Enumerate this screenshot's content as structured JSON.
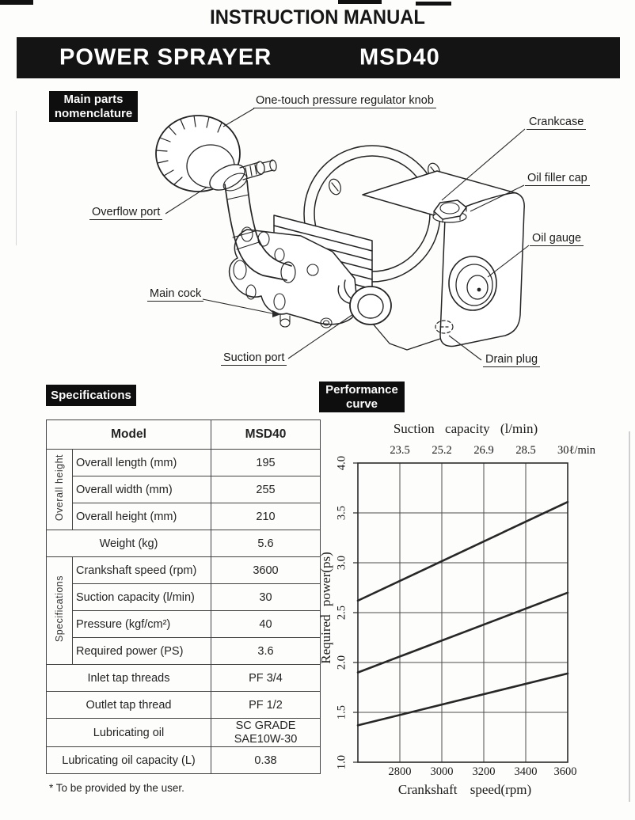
{
  "header": {
    "title": "INSTRUCTION MANUAL",
    "product": "POWER SPRAYER",
    "model": "MSD40"
  },
  "nomenclature": {
    "badge_line1": "Main parts",
    "badge_line2": "nomenclature",
    "parts": {
      "one_touch": "One-touch pressure regulator knob",
      "crankcase": "Crankcase",
      "oil_filler_cap": "Oil filler cap",
      "oil_gauge": "Oil gauge",
      "overflow_port": "Overflow port",
      "main_cock": "Main cock",
      "suction_port": "Suction port",
      "drain_plug": "Drain plug"
    }
  },
  "specifications": {
    "badge": "Specifications",
    "header": {
      "label": "Model",
      "value": "MSD40"
    },
    "groups": {
      "dimensions": "Overall height",
      "specs": "Specifications"
    },
    "rows": [
      {
        "label": "Overall length (mm)",
        "value": "195"
      },
      {
        "label": "Overall width (mm)",
        "value": "255"
      },
      {
        "label": "Overall height (mm)",
        "value": "210"
      },
      {
        "label": "Weight (kg)",
        "value": "5.6"
      },
      {
        "label": "Crankshaft speed (rpm)",
        "value": "3600"
      },
      {
        "label": "Suction capacity (l/min)",
        "value": "30"
      },
      {
        "label": "Pressure (kgf/cm²)",
        "value": "40"
      },
      {
        "label": "Required power (PS)",
        "value": "3.6"
      },
      {
        "label": "Inlet tap threads",
        "value": "PF 3/4"
      },
      {
        "label": "Outlet tap thread",
        "value": "PF 1/2"
      },
      {
        "label": "Lubricating oil",
        "value": "SC GRADE SAE10W-30"
      },
      {
        "label": "Lubricating oil capacity (L)",
        "value": "0.38"
      }
    ],
    "footnote": "* To be provided by the user."
  },
  "performance": {
    "badge_line1": "Performance",
    "badge_line2": "curve"
  },
  "chart_data": {
    "type": "line",
    "title_top": "Suction capacity (l/min)",
    "xlabel": "Crankshaft speed(rpm)",
    "ylabel": "Required power(ps)",
    "x_top_tick_labels": [
      "23.5",
      "25.2",
      "26.9",
      "28.5",
      "30ℓ/min"
    ],
    "x_bottom_tick_labels": [
      "2800",
      "3000",
      "3200",
      "3400",
      "3600"
    ],
    "y_tick_labels": [
      "4.0",
      "3.5",
      "3.0",
      "2.5",
      "2.0",
      "1.5",
      "1.0"
    ],
    "xlim": [
      2600,
      3600
    ],
    "ylim": [
      1.0,
      4.0
    ],
    "grid": true,
    "legend": "none shown",
    "series": [
      {
        "name": "upper curve",
        "x": [
          2600,
          3600
        ],
        "y": [
          2.62,
          3.61
        ]
      },
      {
        "name": "middle curve",
        "x": [
          2600,
          3600
        ],
        "y": [
          1.9,
          2.7
        ]
      },
      {
        "name": "lower curve",
        "x": [
          2600,
          3600
        ],
        "y": [
          1.37,
          1.89
        ]
      }
    ]
  }
}
